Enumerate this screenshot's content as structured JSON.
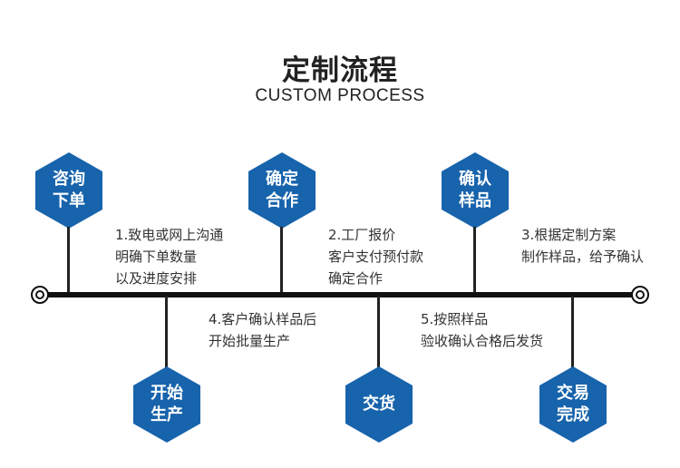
{
  "title": "定制流程",
  "subtitle": "CUSTOM PROCESS",
  "colors": {
    "hex_fill": "#1763AC",
    "line": "#111111",
    "text": "#333333"
  },
  "nodes_top": [
    {
      "line1": "咨询",
      "line2": "下单"
    },
    {
      "line1": "确定",
      "line2": "合作"
    },
    {
      "line1": "确认",
      "line2": "样品"
    }
  ],
  "nodes_bottom": [
    {
      "line1": "开始",
      "line2": "生产"
    },
    {
      "line1": "交货",
      "line2": ""
    },
    {
      "line1": "交易",
      "line2": "完成"
    }
  ],
  "descriptions": [
    {
      "lines": [
        "1.致电或网上沟通",
        "明确下单数量",
        "以及进度安排"
      ]
    },
    {
      "lines": [
        "2.工厂报价",
        "客户支付预付款",
        "确定合作"
      ]
    },
    {
      "lines": [
        "3.根据定制方案",
        "制作样品，给予确认"
      ]
    },
    {
      "lines": [
        "4.客户确认样品后",
        "开始批量生产"
      ]
    },
    {
      "lines": [
        "5.按照样品",
        "验收确认合格后发货"
      ]
    }
  ]
}
